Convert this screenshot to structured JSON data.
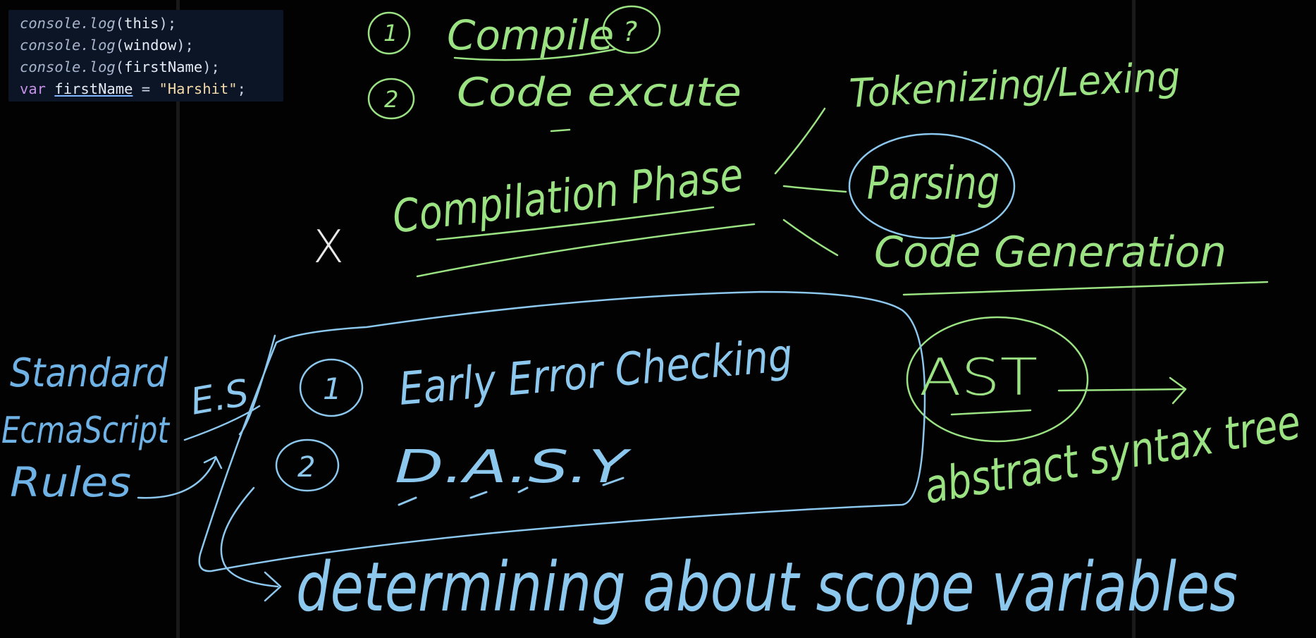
{
  "code_snippet": {
    "lines": [
      {
        "prefix": "",
        "fn_obj": "console",
        "fn_name": "log",
        "arg": "this",
        "suffix": ");"
      },
      {
        "prefix": "",
        "fn_obj": "console",
        "fn_name": "log",
        "arg": "window",
        "suffix": ");"
      },
      {
        "prefix": "",
        "fn_obj": "console",
        "fn_name": "log",
        "arg": "firstName",
        "suffix": ");"
      }
    ],
    "decl": {
      "keyword": "var",
      "name": "firstName",
      "op": " = ",
      "value": "\"Harshit\"",
      "end": ";"
    }
  },
  "steps": {
    "step1_num": "1",
    "step1_label": "Compile",
    "step1_mark": "?",
    "step2_num": "2",
    "step2_label": "Code excute"
  },
  "compilation": {
    "cross": "X",
    "label": "Compilation Phase",
    "branches": [
      "Tokenizing/Lexing",
      "Parsing",
      "Code Generation"
    ]
  },
  "checks": {
    "es_tag": "E.S",
    "item1_num": "1",
    "item1_label": "Early Error Checking",
    "item2_num": "2",
    "item2_label": "D.A.S.Y"
  },
  "side_note": {
    "lines": [
      "Standard",
      "EcmaScript",
      "Rules"
    ]
  },
  "ast": {
    "label": "AST",
    "expansion": "abstract syntax tree"
  },
  "footer_note": "determining about scope variables",
  "colors": {
    "background": "#020202",
    "green_ink": "#9be283",
    "blue_ink": "#8cc7ee",
    "code_bg": "#0b1526"
  }
}
